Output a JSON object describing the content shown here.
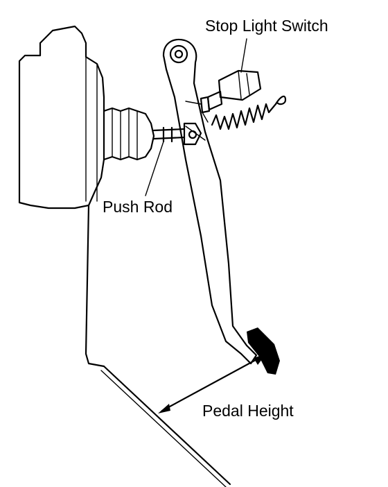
{
  "labels": {
    "stop_light_switch": "Stop Light Switch",
    "push_rod": "Push Rod",
    "pedal_height": "Pedal Height"
  },
  "colors": {
    "ink": "#000000",
    "paper": "#ffffff"
  }
}
